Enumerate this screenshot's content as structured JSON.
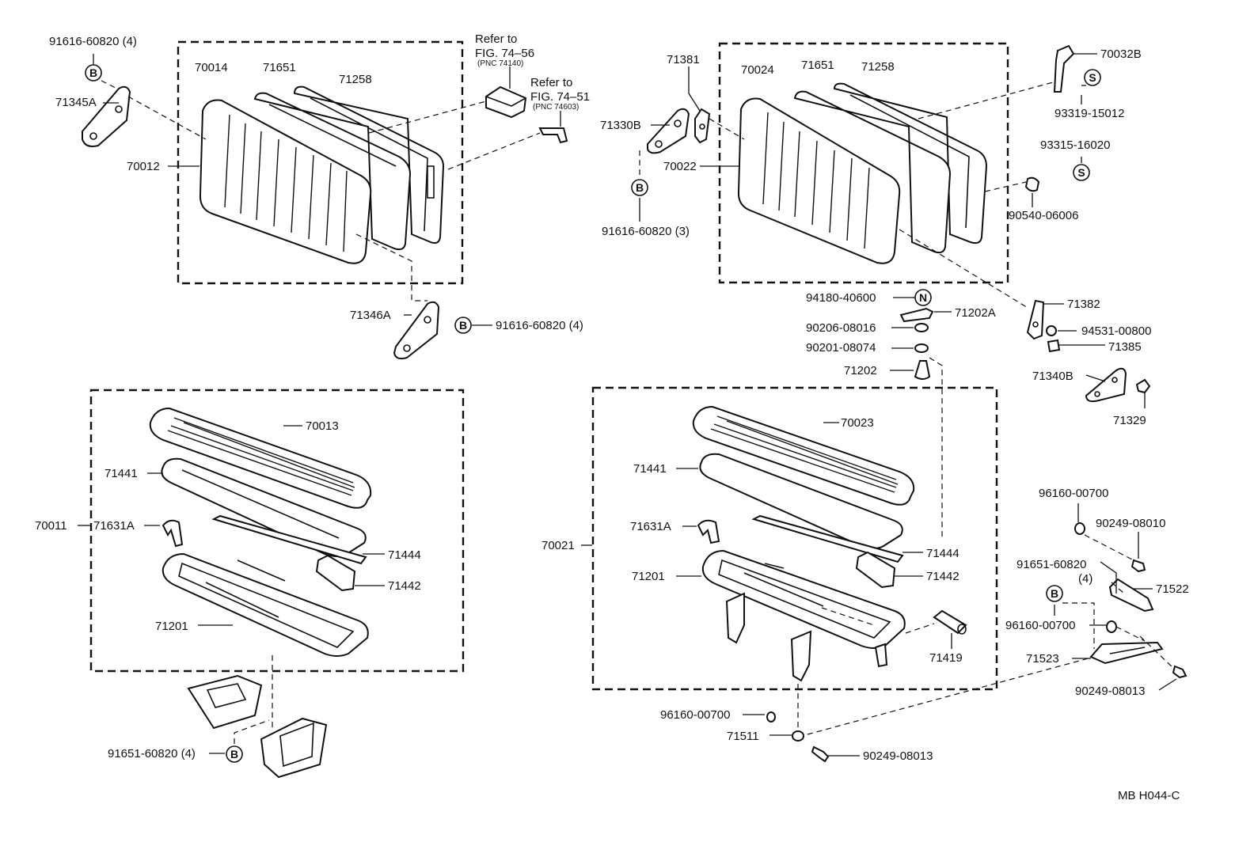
{
  "labels": {
    "l_91616_60820_4_a": "91616-60820 (4)",
    "l_71345A": "71345A",
    "l_70012": "70012",
    "l_70014": "70014",
    "l_71651_a": "71651",
    "l_71258_a": "71258",
    "l_refer_to_a": "Refer to",
    "l_fig_74_56": "FIG. 74–56",
    "l_pnc_74140": "(PNC 74140)",
    "l_refer_to_b": "Refer to",
    "l_fig_74_51": "FIG. 74–51",
    "l_pnc_74603": "(PNC 74603)",
    "l_71346A": "71346A",
    "l_91616_60820_4_b": "91616-60820 (4)",
    "l_71381": "71381",
    "l_71330B": "71330B",
    "l_70022": "70022",
    "l_91616_60820_3": "91616-60820 (3)",
    "l_70024": "70024",
    "l_71651_b": "71651",
    "l_71258_b": "71258",
    "l_70032B": "70032B",
    "l_93319_15012": "93319-15012",
    "l_93315_16020": "93315-16020",
    "l_90540_06006": "90540-06006",
    "l_94180_40600": "94180-40600",
    "l_71202A": "71202A",
    "l_90206_08016": "90206-08016",
    "l_90201_08074": "90201-08074",
    "l_71202": "71202",
    "l_71382": "71382",
    "l_94531_00800": "94531-00800",
    "l_71385": "71385",
    "l_71340B": "71340B",
    "l_71329": "71329",
    "l_70013": "70013",
    "l_71441_a": "71441",
    "l_70011": "70011",
    "l_71631A_a": "71631A",
    "l_71444_a": "71444",
    "l_71442_a": "71442",
    "l_71201_a": "71201",
    "l_91651_60820_4_a": "91651-60820 (4)",
    "l_70023": "70023",
    "l_71441_b": "71441",
    "l_70021": "70021",
    "l_71631A_b": "71631A",
    "l_71201_b": "71201",
    "l_71444_b": "71444",
    "l_71442_b": "71442",
    "l_71419": "71419",
    "l_96160_00700_a": "96160-00700",
    "l_71511": "71511",
    "l_90249_08013_a": "90249-08013",
    "l_96160_00700_b": "96160-00700",
    "l_90249_08010": "90249-08010",
    "l_91651_60820_b": "91651-60820",
    "l_qty_4": "(4)",
    "l_71522": "71522",
    "l_96160_00700_c": "96160-00700",
    "l_71523": "71523",
    "l_90249_08013_b": "90249-08013",
    "l_mb_h044_c": "MB H044-C"
  },
  "symbols": {
    "b": "B",
    "s": "S",
    "n": "N"
  }
}
